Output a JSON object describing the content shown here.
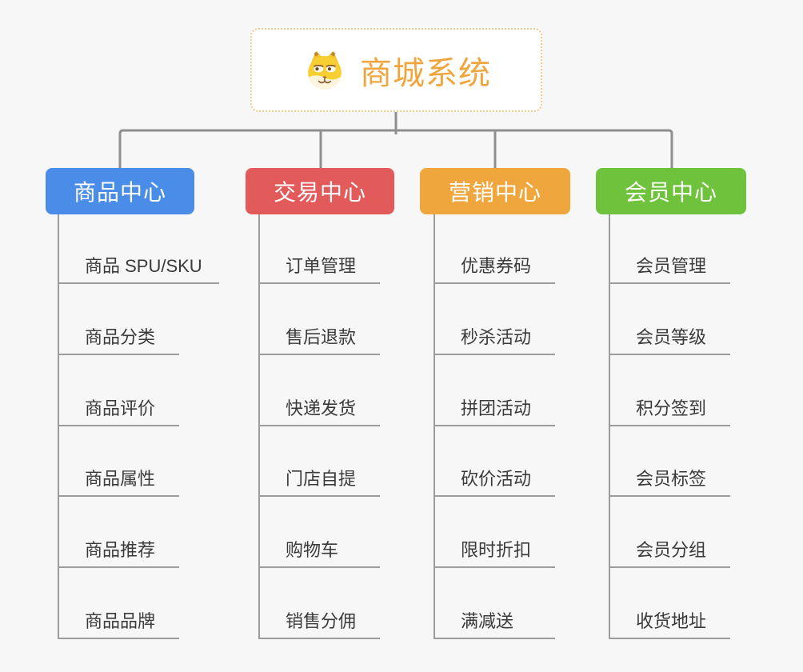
{
  "canvas": {
    "background": "#F7F7F7",
    "connector_color": "#8F8F8F",
    "child_line_color": "#9C9C9C"
  },
  "root": {
    "title": "商城系统",
    "icon": "shiba-dog-icon",
    "accent_color": "#F0A63F",
    "border_color": "#F2CB8E"
  },
  "branches": [
    {
      "label": "商品中心",
      "color": "#4A8DE9",
      "children": [
        "商品 SPU/SKU",
        "商品分类",
        "商品评价",
        "商品属性",
        "商品推荐",
        "商品品牌"
      ]
    },
    {
      "label": "交易中心",
      "color": "#E35A5A",
      "children": [
        "订单管理",
        "售后退款",
        "快递发货",
        "门店自提",
        "购物车",
        "销售分佣"
      ]
    },
    {
      "label": "营销中心",
      "color": "#EFA63C",
      "children": [
        "优惠券码",
        "秒杀活动",
        "拼团活动",
        "砍价活动",
        "限时折扣",
        "满减送"
      ]
    },
    {
      "label": "会员中心",
      "color": "#6EC23C",
      "children": [
        "会员管理",
        "会员等级",
        "积分签到",
        "会员标签",
        "会员分组",
        "收货地址"
      ]
    }
  ]
}
